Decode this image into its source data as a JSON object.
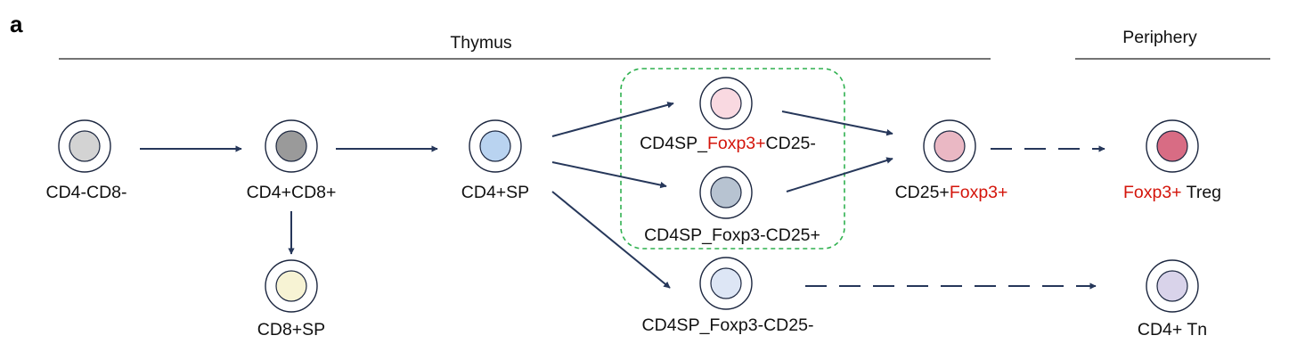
{
  "panel_label": "a",
  "regions": {
    "thymus": "Thymus",
    "periphery": "Periphery"
  },
  "cells": {
    "dn": {
      "label": "CD4-CD8-",
      "color": "#d3d3d3"
    },
    "dp": {
      "label": "CD4+CD8+",
      "color": "#9a9a9a"
    },
    "cd8sp": {
      "label": "CD8+SP",
      "color": "#f7f3d4"
    },
    "cd4sp": {
      "label": "CD4+SP",
      "color": "#b9d3f0"
    },
    "foxp3_cd25neg": {
      "label_prefix": "CD4SP_",
      "label_highlight": "Foxp3+",
      "label_suffix": "CD25-",
      "color": "#f9d9e1"
    },
    "cd25_foxp3neg": {
      "label": "CD4SP_Foxp3-CD25+",
      "color": "#b7c3d1"
    },
    "dneg": {
      "label": "CD4SP_Foxp3-CD25-",
      "color": "#dde6f5"
    },
    "cd25_foxp3": {
      "label_prefix": "CD25+",
      "label_highlight": "Foxp3+",
      "color": "#eab8c4"
    },
    "treg": {
      "label_highlight": "Foxp3+",
      "label_suffix": " Treg",
      "color": "#d86c84"
    },
    "tn": {
      "label": "CD4+ Tn",
      "color": "#d9d3ea"
    }
  },
  "colors": {
    "arrow": "#26375a",
    "highlight_text": "#d4150b",
    "box_border": "#2fb14f",
    "cell_outline": "#1c2740"
  }
}
